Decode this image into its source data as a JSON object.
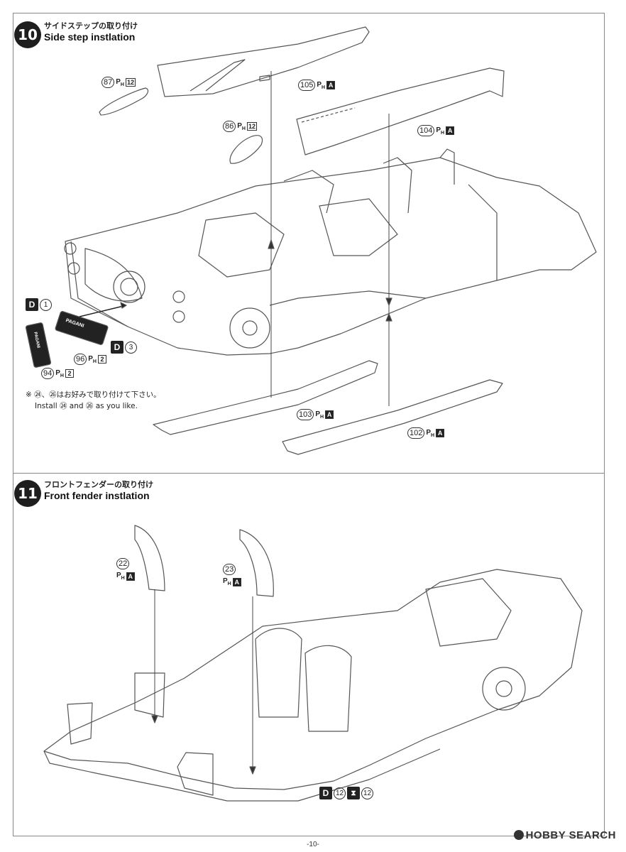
{
  "step10": {
    "number": "10",
    "title_jp": "サイドステップの取り付け",
    "title_en": "Side step instlation",
    "parts": [
      {
        "num": "87",
        "p": "P",
        "sub": "H",
        "sprue": "12",
        "sprue_dark": false
      },
      {
        "num": "86",
        "p": "P",
        "sub": "H",
        "sprue": "12",
        "sprue_dark": false
      },
      {
        "num": "105",
        "p": "P",
        "sub": "H",
        "sprue": "A",
        "sprue_dark": true
      },
      {
        "num": "104",
        "p": "P",
        "sub": "H",
        "sprue": "A",
        "sprue_dark": true
      },
      {
        "num": "96",
        "p": "P",
        "sub": "H",
        "sprue": "2",
        "sprue_dark": false
      },
      {
        "num": "94",
        "p": "P",
        "sub": "H",
        "sprue": "2",
        "sprue_dark": false
      },
      {
        "num": "103",
        "p": "P",
        "sub": "H",
        "sprue": "A",
        "sprue_dark": true
      },
      {
        "num": "102",
        "p": "P",
        "sub": "H",
        "sprue": "A",
        "sprue_dark": true
      }
    ],
    "decals": [
      {
        "letter": "D",
        "index": "1"
      },
      {
        "letter": "D",
        "index": "3"
      }
    ],
    "badge_text": "PAGANI",
    "note_jp": "※ ㉔、㉖はお好みで取り付けて下さい。",
    "note_en": "Install ㉔ and ㉖ as you like."
  },
  "step11": {
    "number": "11",
    "title_jp": "フロントフェンダーの取り付け",
    "title_en": "Front fender instlation",
    "parts": [
      {
        "num": "22",
        "p": "P",
        "sub": "H",
        "sprue": "A",
        "sprue_dark": true
      },
      {
        "num": "23",
        "p": "P",
        "sub": "H",
        "sprue": "A",
        "sprue_dark": true
      }
    ],
    "decal": {
      "letter": "D",
      "index": "12",
      "index2": "12"
    }
  },
  "footer": {
    "page_number": "-10-",
    "watermark": "HOBBY SEARCH"
  },
  "colors": {
    "ink": "#222222",
    "line": "#555555",
    "paper": "#ffffff"
  }
}
